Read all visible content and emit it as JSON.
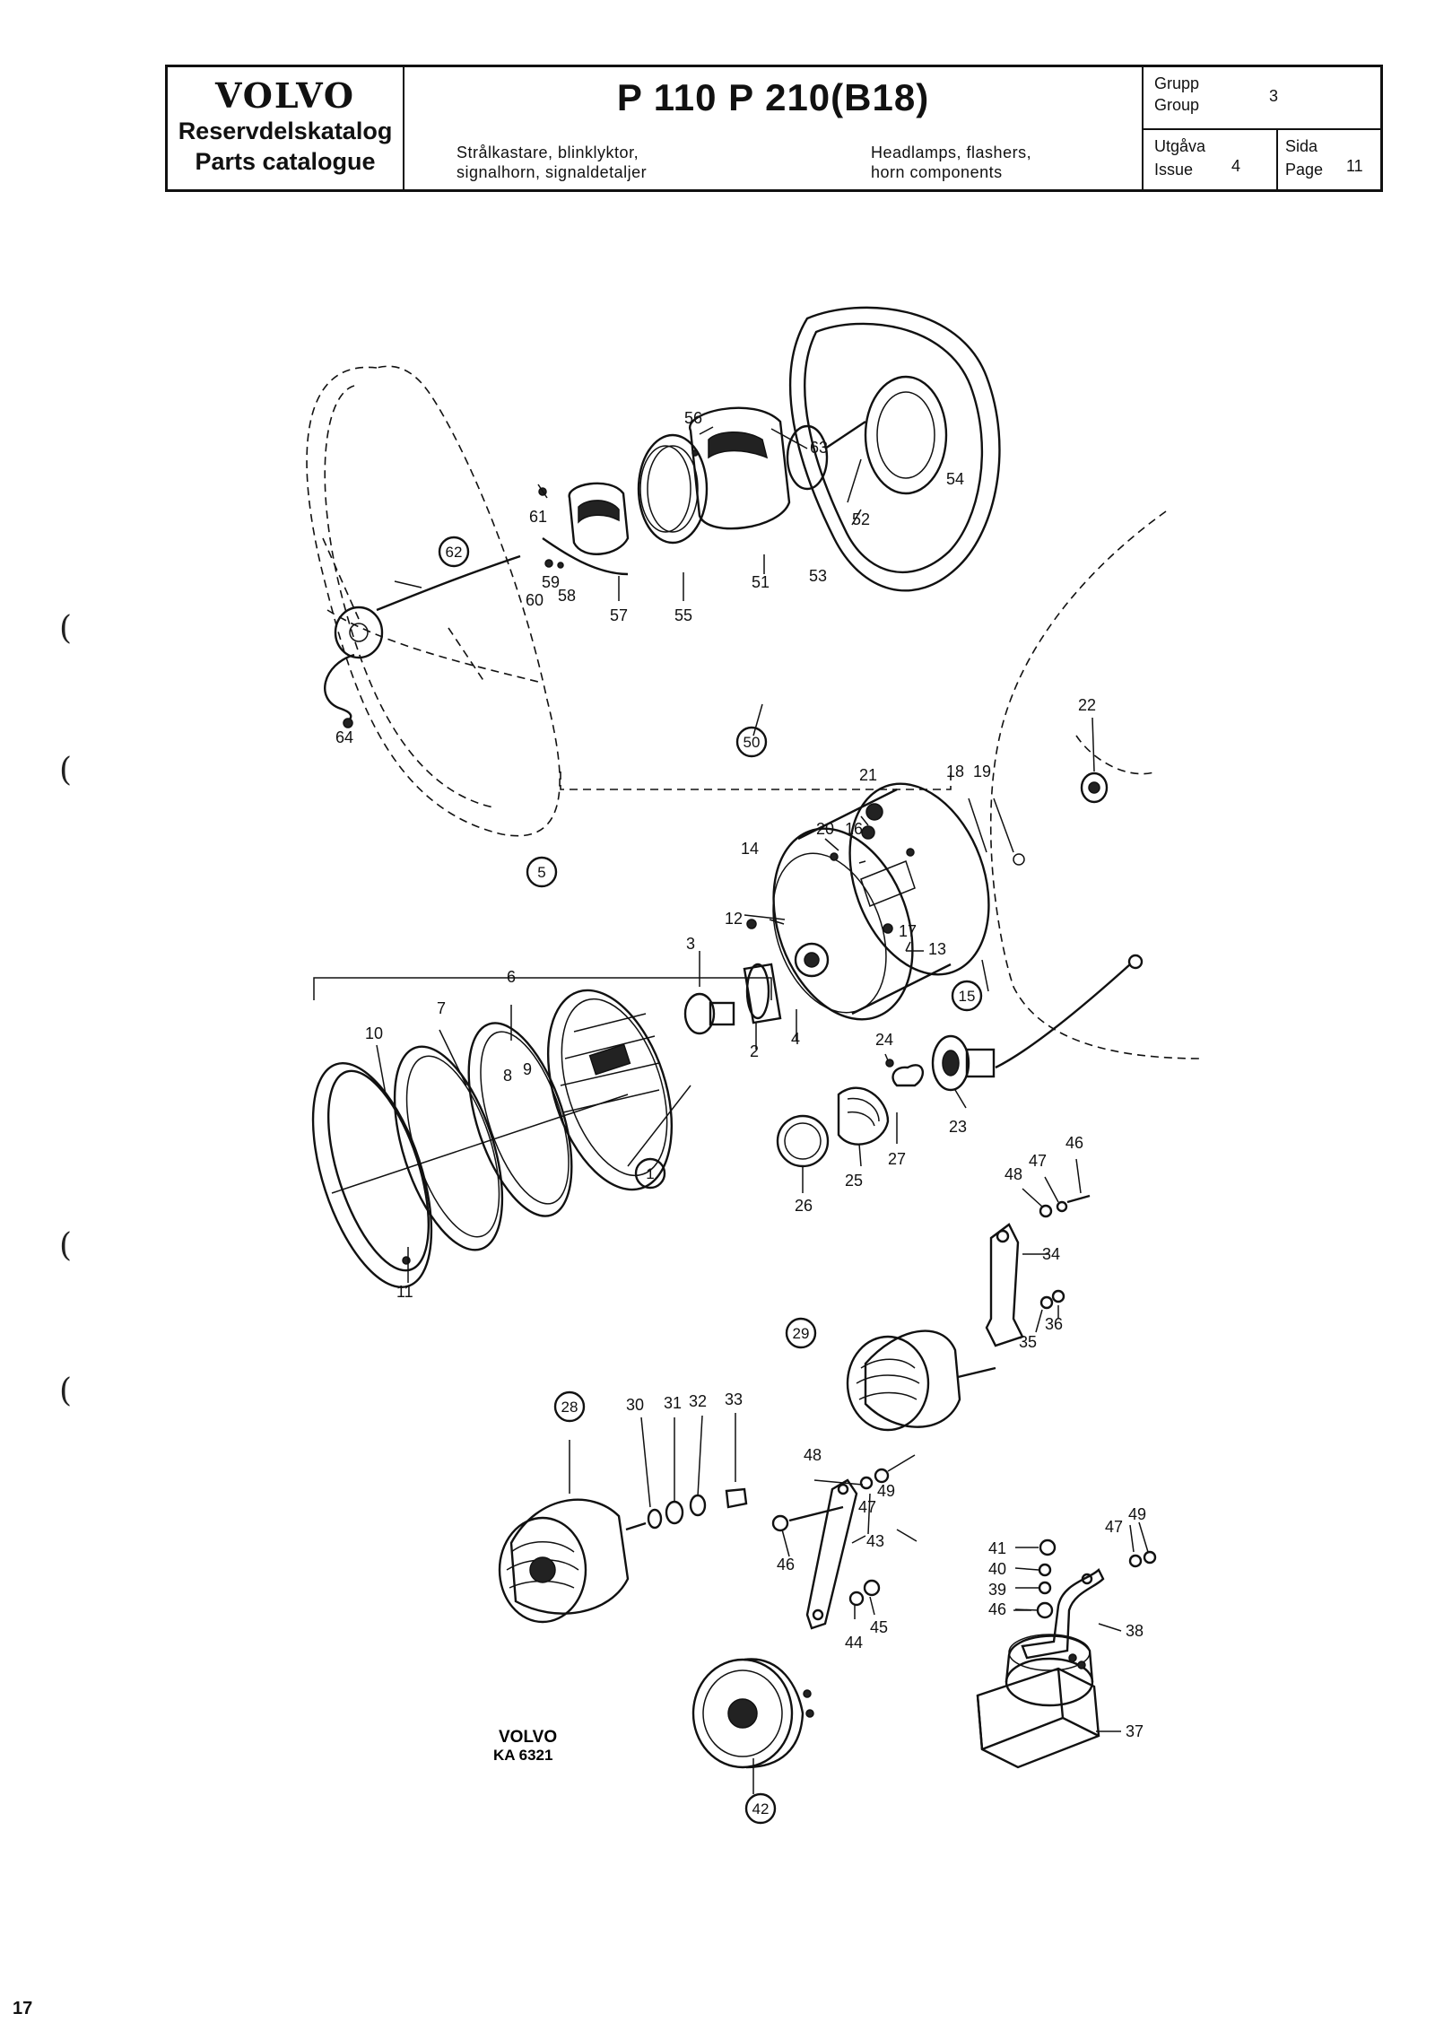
{
  "header": {
    "brand": "VOLVO",
    "catalog_sv": "Reservdelskatalog",
    "catalog_en": "Parts catalogue",
    "models": "P 110  P 210(B18)",
    "desc_sv_line1": "Strålkastare, blinklyktor,",
    "desc_sv_line2": "signalhorn, signaldetaljer",
    "desc_en_line1": "Headlamps, flashers,",
    "desc_en_line2": "horn components",
    "group_label_sv": "Grupp",
    "group_label_en": "Group",
    "group_value": "3",
    "issue_label_sv": "Utgåva",
    "issue_label_en": "Issue",
    "issue_value": "4",
    "page_label_sv": "Sida",
    "page_label_en": "Page",
    "page_value": "11"
  },
  "diagram": {
    "callouts": {
      "c1": "1",
      "c2": "2",
      "c3": "3",
      "c4": "4",
      "c5": "5",
      "c6": "6",
      "c7": "7",
      "c8": "8",
      "c9": "9",
      "c10": "10",
      "c11": "11",
      "c12": "12",
      "c13": "13",
      "c14": "14",
      "c15": "15",
      "c16": "16",
      "c17": "17",
      "c18": "18",
      "c19": "19",
      "c20": "20",
      "c21": "21",
      "c22": "22",
      "c23": "23",
      "c24": "24",
      "c25": "25",
      "c26": "26",
      "c27": "27",
      "c28": "28",
      "c29": "29",
      "c30": "30",
      "c31": "31",
      "c32": "32",
      "c33": "33",
      "c34": "34",
      "c35": "35",
      "c36": "36",
      "c37": "37",
      "c38": "38",
      "c39": "39",
      "c40": "40",
      "c41": "41",
      "c42": "42",
      "c43": "43",
      "c44": "44",
      "c45": "45",
      "c46a": "46",
      "c46b": "46",
      "c46c": "46",
      "c47a": "47",
      "c47b": "47",
      "c47c": "47",
      "c48a": "48",
      "c48b": "48",
      "c49a": "49",
      "c49b": "49",
      "c50": "50",
      "c51": "51",
      "c52": "52",
      "c53": "53",
      "c54": "54",
      "c55": "55",
      "c56": "56",
      "c57": "57",
      "c58": "58",
      "c59": "59",
      "c60": "60",
      "c61": "61",
      "c62": "62",
      "c63": "63",
      "c64": "64"
    },
    "logo_line1": "VOLVO",
    "logo_line2": "KA 6321"
  },
  "footer": {
    "page_number": "17"
  },
  "margin_marks": {
    "mark": "("
  }
}
